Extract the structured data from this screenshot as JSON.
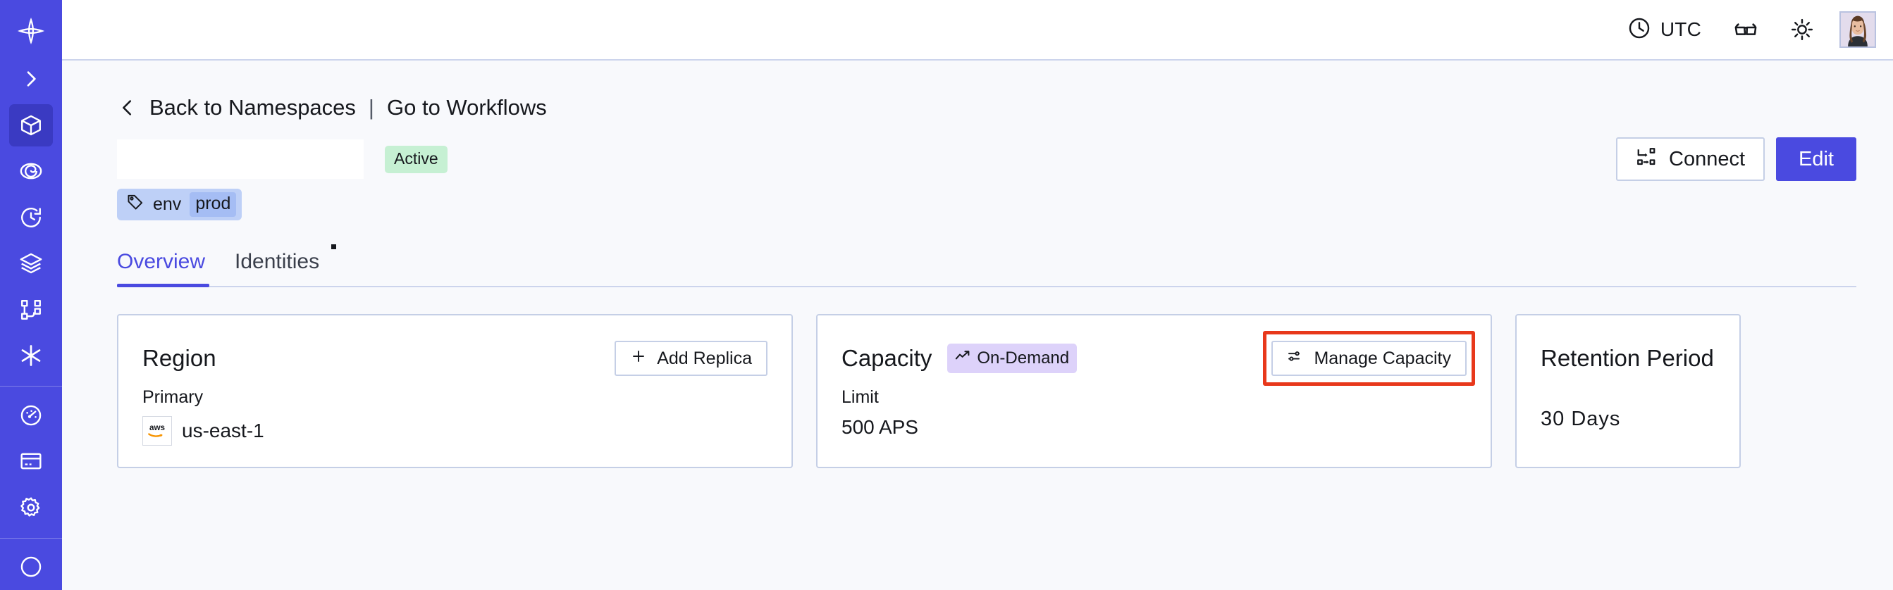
{
  "sidebar": {
    "items": [
      {
        "name": "logo",
        "icon": "temporal-logo-icon",
        "active": false
      },
      {
        "name": "expand",
        "icon": "chevron-right-icon",
        "active": false
      },
      {
        "name": "namespaces",
        "icon": "cube-icon",
        "active": true
      },
      {
        "name": "observability",
        "icon": "eye-spiral-icon",
        "active": false
      },
      {
        "name": "history",
        "icon": "clock-rewind-icon",
        "active": false
      },
      {
        "name": "layers",
        "icon": "layers-icon",
        "active": false
      },
      {
        "name": "workflows",
        "icon": "git-branch-icon",
        "active": false
      },
      {
        "name": "integrations",
        "icon": "asterisk-icon",
        "active": false
      }
    ],
    "items_lower": [
      {
        "name": "usage",
        "icon": "gauge-icon",
        "active": false
      },
      {
        "name": "billing",
        "icon": "credit-card-icon",
        "active": false
      },
      {
        "name": "settings",
        "icon": "gear-icon",
        "active": false
      }
    ]
  },
  "topbar": {
    "timezone_label": "UTC",
    "timezone_icon": "clock-icon",
    "glasses_icon": "reading-glasses-icon",
    "theme_icon": "sun-icon",
    "avatar_icon": "user-avatar"
  },
  "breadcrumb": {
    "back_icon": "chevron-left-icon",
    "back_label": "Back to Namespaces",
    "divider": "|",
    "forward_label": "Go to Workflows"
  },
  "namespace": {
    "title": "",
    "status_badge": "Active",
    "tag": {
      "icon": "tag-icon",
      "key": "env",
      "value": "prod"
    },
    "actions": {
      "connect_label": "Connect",
      "connect_icon": "connect-flow-icon",
      "edit_label": "Edit"
    }
  },
  "tabs": [
    {
      "label": "Overview",
      "active": true
    },
    {
      "label": "Identities",
      "active": false
    }
  ],
  "cards": {
    "region": {
      "title": "Region",
      "action_label": "Add Replica",
      "action_icon": "plus-icon",
      "sub_label": "Primary",
      "provider_icon": "aws-logo",
      "value": "us-east-1"
    },
    "capacity": {
      "title": "Capacity",
      "badge_label": "On-Demand",
      "badge_icon": "trend-up-icon",
      "action_label": "Manage Capacity",
      "action_icon": "sliders-icon",
      "action_highlighted": true,
      "sub_label": "Limit",
      "value": "500 APS"
    },
    "retention": {
      "title": "Retention Period",
      "value": "30 Days"
    }
  },
  "colors": {
    "brand": "#4a4ae0",
    "sidebar_active": "#3a3ac2",
    "page_bg": "#f8f9fc",
    "card_border": "#c5cfe6",
    "status_active_bg": "#c6f0d3",
    "tag_bg": "#bed0f7",
    "tag_value_bg": "#a5bdf4",
    "ondemand_bg": "#ddd2fa",
    "highlight": "#e8381b",
    "text": "#16181d"
  }
}
